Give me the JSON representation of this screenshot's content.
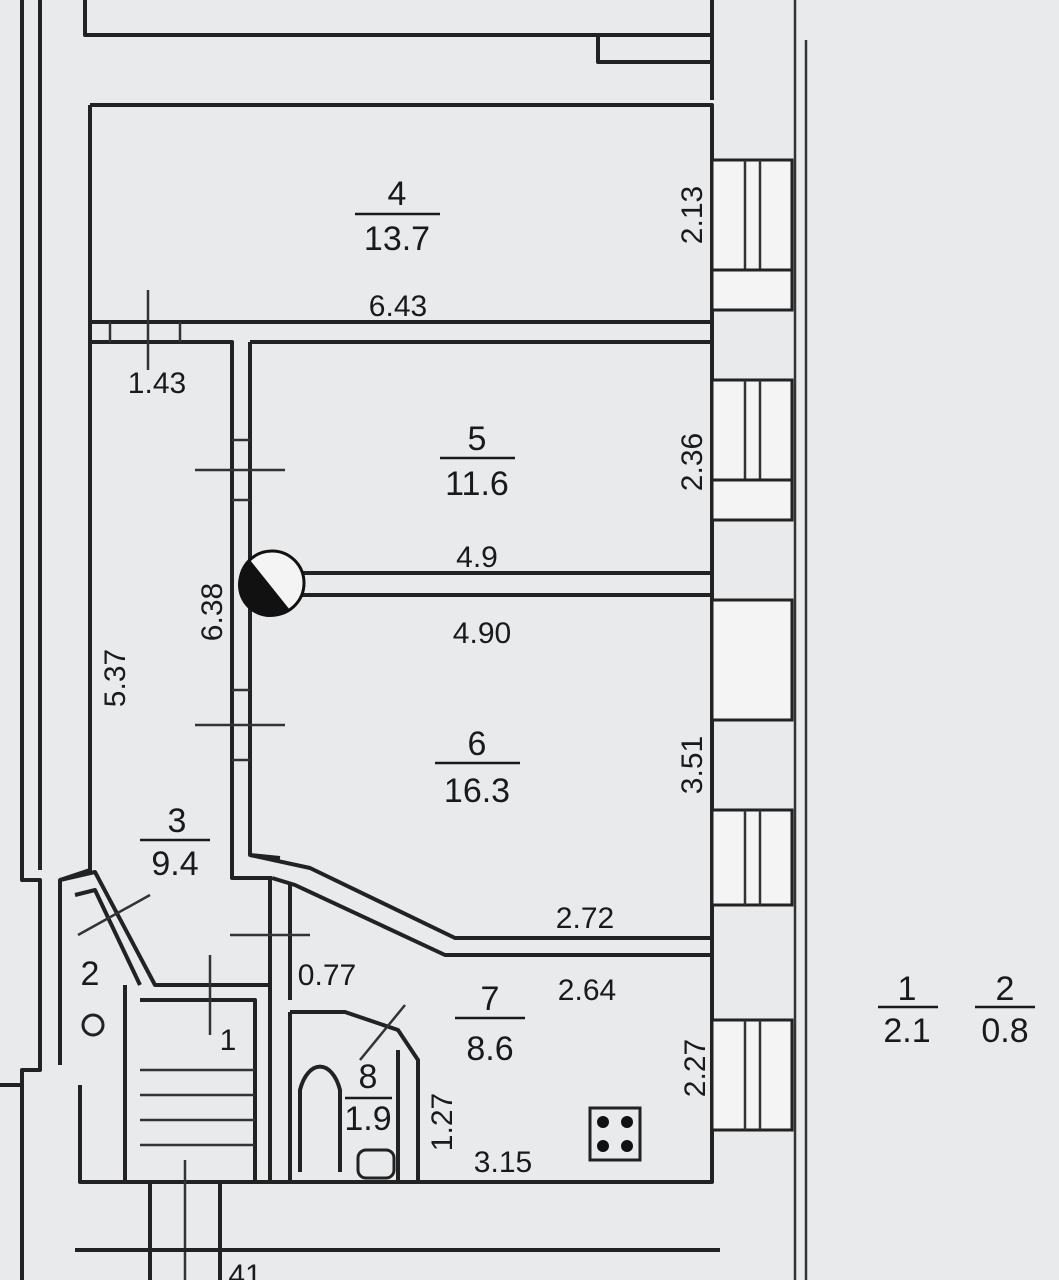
{
  "rooms": [
    {
      "id": "4",
      "area": "13.7"
    },
    {
      "id": "5",
      "area": "11.6"
    },
    {
      "id": "6",
      "area": "16.3"
    },
    {
      "id": "3",
      "area": "9.4"
    },
    {
      "id": "7",
      "area": "8.6"
    },
    {
      "id": "8",
      "area": "1.9"
    },
    {
      "id": "2",
      "area": ""
    },
    {
      "id": "1",
      "area": ""
    }
  ],
  "dimensions": {
    "d_6_43": "6.43",
    "d_1_43": "1.43",
    "d_2_13": "2.13",
    "d_2_36": "2.36",
    "d_4_9": "4.9",
    "d_4_90": "4.90",
    "d_6_38": "6.38",
    "d_5_37": "5.37",
    "d_3_51": "3.51",
    "d_2_72": "2.72",
    "d_2_64": "2.64",
    "d_0_77": "0.77",
    "d_2_27": "2.27",
    "d_1_27": "1.27",
    "d_3_15": "3.15",
    "d_bottom": "41"
  },
  "legend": [
    {
      "num": "1",
      "area": "2.1"
    },
    {
      "num": "2",
      "area": "0.8"
    }
  ]
}
